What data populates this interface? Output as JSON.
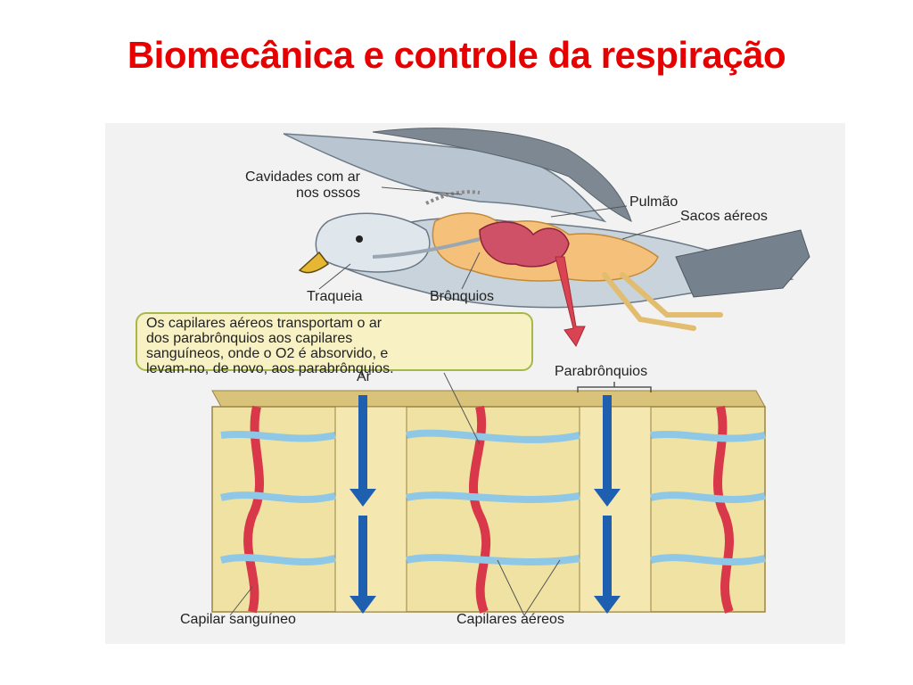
{
  "slide": {
    "title": "Biomecânica e controle da respiração"
  },
  "diagram": {
    "labels": {
      "cavidades_line1": "Cavidades com ar",
      "cavidades_line2": "nos ossos",
      "pulmao": "Pulmão",
      "sacos_aereos": "Sacos aéreos",
      "traqueia": "Traqueia",
      "bronquios": "Brônquios",
      "ar": "Ar",
      "parabronquios": "Parabrônquios",
      "capilar_sanguineo": "Capilar sanguíneo",
      "capilares_aereos": "Capilares aéreos"
    },
    "callout": {
      "line1": "Os capilares aéreos transportam o ar",
      "line2": "dos parabrônquios aos capilares",
      "line3": "sanguíneos, onde o O2 é absorvido, e",
      "line4": "levam-no, de novo, aos parabrônquios."
    },
    "colors": {
      "blood": "#d9374a",
      "air": "#8fc7e6",
      "tissue": "#efe2a3",
      "flow_arrow": "#1f5fb0",
      "sac": "#f5c07a"
    }
  }
}
